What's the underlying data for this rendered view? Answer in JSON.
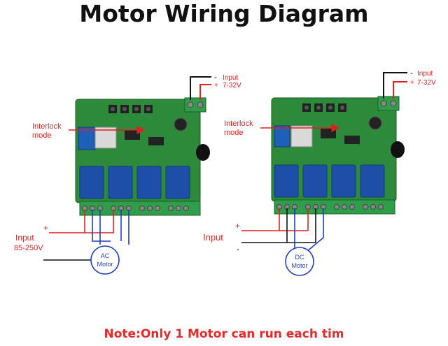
{
  "title": "Motor Wiring Diagram",
  "note": "Note:Only 1 Motor can run each tim",
  "colors": {
    "wire_red": "#e02020",
    "wire_black": "#111111",
    "wire_blue": "#1f3fb8",
    "board_green": "#2c8a3a",
    "relay_blue": "#1e4fa8",
    "note_red": "#e32b2b"
  },
  "left_diagram": {
    "power_input_label": "Input",
    "power_voltage_label": "7-32V",
    "power_plus": "+",
    "power_minus": "-",
    "interlock_label_line1": "Interlock",
    "interlock_label_line2": "mode",
    "motor_input_label": "Input",
    "motor_input_voltage": "85-250V",
    "motor_input_plus": "+",
    "motor_label_line1": "AC",
    "motor_label_line2": "Motor"
  },
  "right_diagram": {
    "power_input_label": "Input",
    "power_voltage_label": "7-32V",
    "power_plus": "+",
    "power_minus": "-",
    "interlock_label_line1": "Interlock",
    "interlock_label_line2": "mode",
    "motor_input_label": "Input",
    "motor_input_plus": "+",
    "motor_input_minus": "-",
    "motor_label_line1": "DC",
    "motor_label_line2": "Motor"
  }
}
